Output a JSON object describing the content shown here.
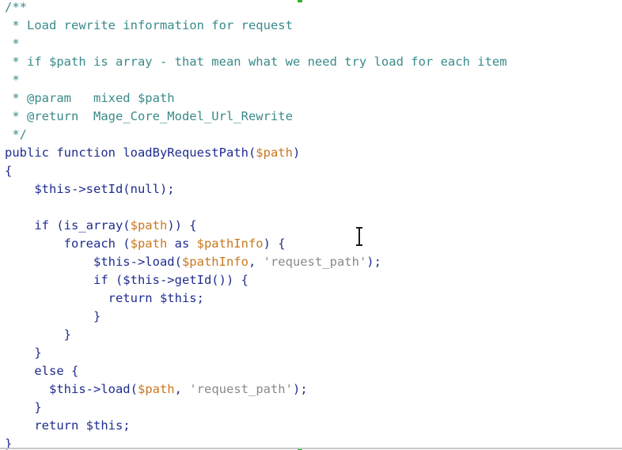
{
  "editor": {
    "lines": [
      [
        {
          "t": "/**",
          "c": "cm"
        }
      ],
      [
        {
          "t": " * Load rewrite information for request",
          "c": "cm"
        }
      ],
      [
        {
          "t": " *",
          "c": "cm"
        }
      ],
      [
        {
          "t": " * if $path is array - that mean what we need try load for each item",
          "c": "cm"
        }
      ],
      [
        {
          "t": " *",
          "c": "cm"
        }
      ],
      [
        {
          "t": " * @param   mixed $path",
          "c": "cm"
        }
      ],
      [
        {
          "t": " * @return  Mage_Core_Model_Url_Rewrite",
          "c": "cm"
        }
      ],
      [
        {
          "t": " */",
          "c": "cm"
        }
      ],
      [
        {
          "t": "public function ",
          "c": "kw"
        },
        {
          "t": "loadByRequestPath(",
          "c": "pl"
        },
        {
          "t": "$path",
          "c": "var"
        },
        {
          "t": ")",
          "c": "pl"
        }
      ],
      [
        {
          "t": "{",
          "c": "pl"
        }
      ],
      [
        {
          "t": "    $this->setId(null);",
          "c": "pl"
        }
      ],
      [
        {
          "t": "",
          "c": "pl"
        }
      ],
      [
        {
          "t": "    if (is_array(",
          "c": "pl"
        },
        {
          "t": "$path",
          "c": "var"
        },
        {
          "t": ")) {",
          "c": "pl"
        }
      ],
      [
        {
          "t": "        foreach (",
          "c": "pl"
        },
        {
          "t": "$path",
          "c": "var"
        },
        {
          "t": " as ",
          "c": "pl"
        },
        {
          "t": "$pathInfo",
          "c": "var"
        },
        {
          "t": ") {",
          "c": "pl"
        }
      ],
      [
        {
          "t": "            $this->load(",
          "c": "pl"
        },
        {
          "t": "$pathInfo",
          "c": "var"
        },
        {
          "t": ", ",
          "c": "pl"
        },
        {
          "t": "'request_path'",
          "c": "str"
        },
        {
          "t": ");",
          "c": "pl"
        }
      ],
      [
        {
          "t": "            if ($this->getId()) {",
          "c": "pl"
        }
      ],
      [
        {
          "t": "              return $this;",
          "c": "pl"
        }
      ],
      [
        {
          "t": "            }",
          "c": "pl"
        }
      ],
      [
        {
          "t": "        }",
          "c": "pl"
        }
      ],
      [
        {
          "t": "    }",
          "c": "pl"
        }
      ],
      [
        {
          "t": "    else {",
          "c": "pl"
        }
      ],
      [
        {
          "t": "      $this->load(",
          "c": "pl"
        },
        {
          "t": "$path",
          "c": "var"
        },
        {
          "t": ", ",
          "c": "pl"
        },
        {
          "t": "'request_path'",
          "c": "str"
        },
        {
          "t": ");",
          "c": "pl"
        }
      ],
      [
        {
          "t": "    }",
          "c": "pl"
        }
      ],
      [
        {
          "t": "    return $this;",
          "c": "pl"
        }
      ],
      [
        {
          "t": "}",
          "c": "pl"
        }
      ]
    ]
  },
  "colors": {
    "background": "#ffffff",
    "comment": "#3a8a8a",
    "keyword": "#1f2d8e",
    "variable": "#c9781f",
    "string": "#8a8a8a",
    "marker": "#2fb02f"
  },
  "icons": {
    "cursor": "text-cursor-icon",
    "marker": "change-marker-icon"
  }
}
